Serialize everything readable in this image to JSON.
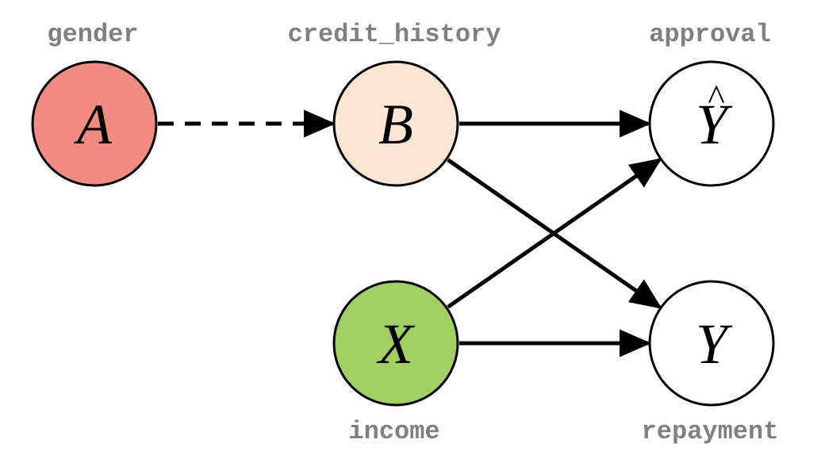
{
  "diagram": {
    "nodes": [
      {
        "id": "A",
        "symbol": "A",
        "hat": "",
        "label": "gender",
        "label_position": "above",
        "fill": "#f28b82"
      },
      {
        "id": "B",
        "symbol": "B",
        "hat": "",
        "label": "credit_history",
        "label_position": "above",
        "fill": "#f9e5d2"
      },
      {
        "id": "Yhat",
        "symbol": "Y",
        "hat": "^",
        "label": "approval",
        "label_position": "above",
        "fill": "#ffffff"
      },
      {
        "id": "X",
        "symbol": "X",
        "hat": "",
        "label": "income",
        "label_position": "below",
        "fill": "#a1d062"
      },
      {
        "id": "Y",
        "symbol": "Y",
        "hat": "",
        "label": "repayment",
        "label_position": "below",
        "fill": "#ffffff"
      }
    ],
    "edges": [
      {
        "from": "A",
        "to": "B",
        "style": "dashed"
      },
      {
        "from": "B",
        "to": "Yhat",
        "style": "solid"
      },
      {
        "from": "B",
        "to": "Y",
        "style": "solid"
      },
      {
        "from": "X",
        "to": "Yhat",
        "style": "solid"
      },
      {
        "from": "X",
        "to": "Y",
        "style": "solid"
      }
    ]
  }
}
